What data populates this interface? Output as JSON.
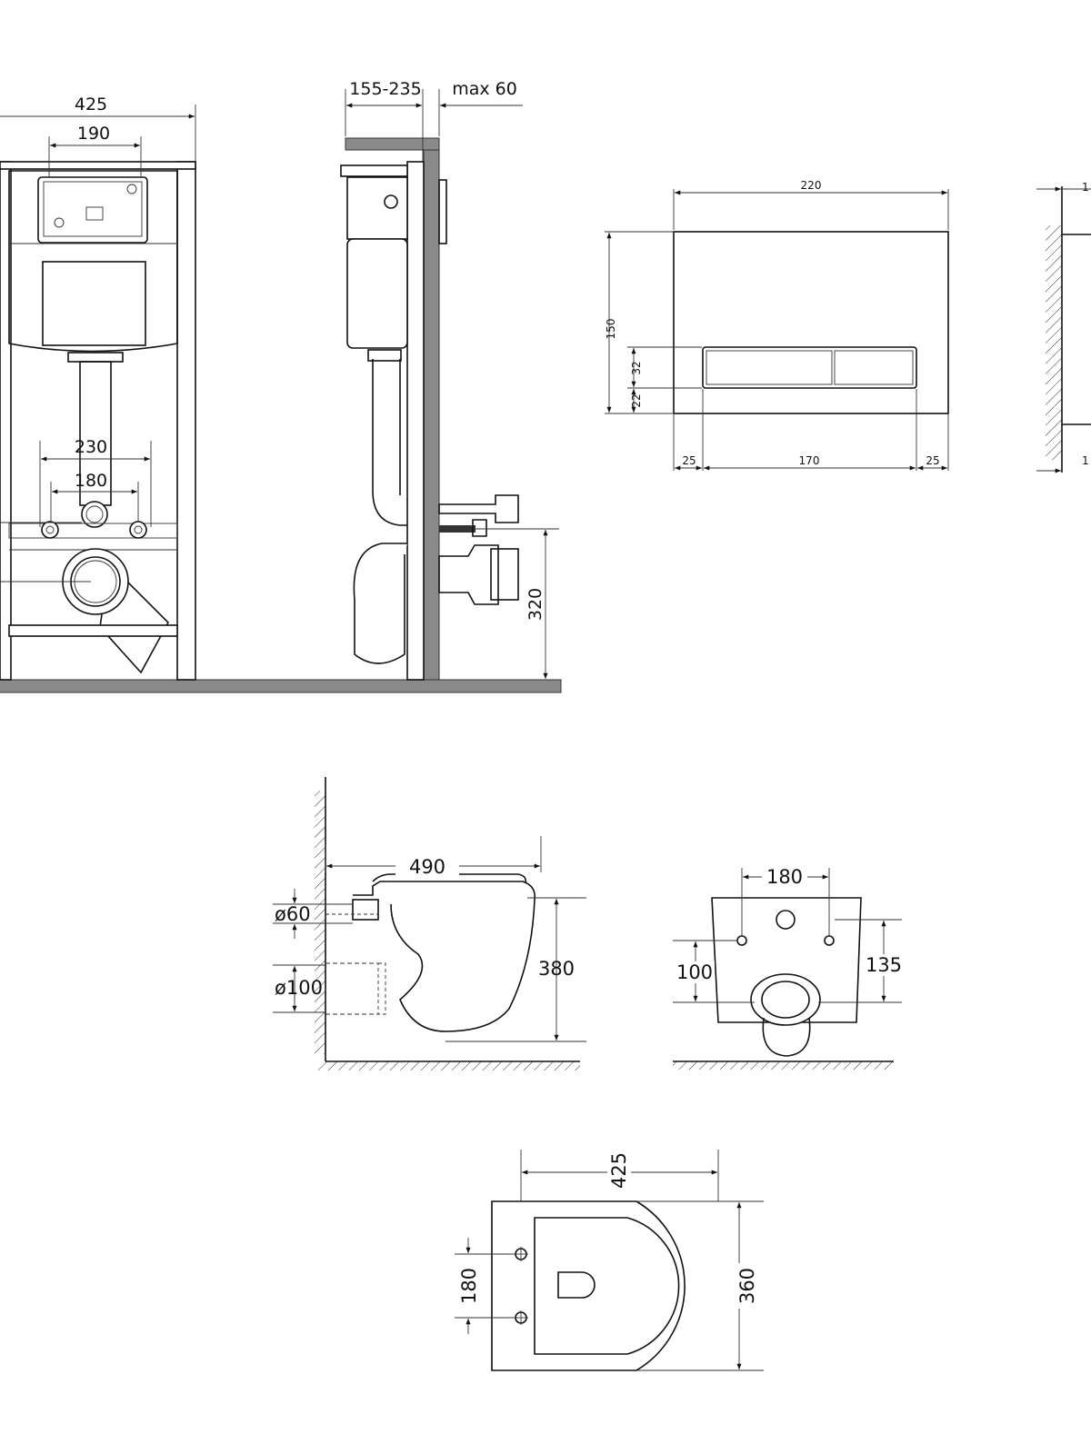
{
  "frame_front": {
    "width_total": "425",
    "plate_width": "190",
    "bolt_outer": "230",
    "bolt_inner": "180"
  },
  "frame_side": {
    "depth": "155-235",
    "wall": "max 60",
    "outlet_height": "320"
  },
  "flush_plate": {
    "width": "220",
    "height": "150",
    "button_height": "32",
    "button_bottom": "22",
    "margin_left": "25",
    "buttons_width": "170",
    "margin_right": "25"
  },
  "flush_plate_side": {
    "top_label": "1",
    "bottom_label": "1"
  },
  "bowl_side": {
    "length": "490",
    "inlet_dia": "ø60",
    "outlet_dia": "ø100",
    "height": "380"
  },
  "bowl_back": {
    "bolt_spacing": "180",
    "outlet_height": "100",
    "bolt_height": "135"
  },
  "bowl_top": {
    "width": "425",
    "bolt_spacing": "180",
    "depth": "360"
  }
}
